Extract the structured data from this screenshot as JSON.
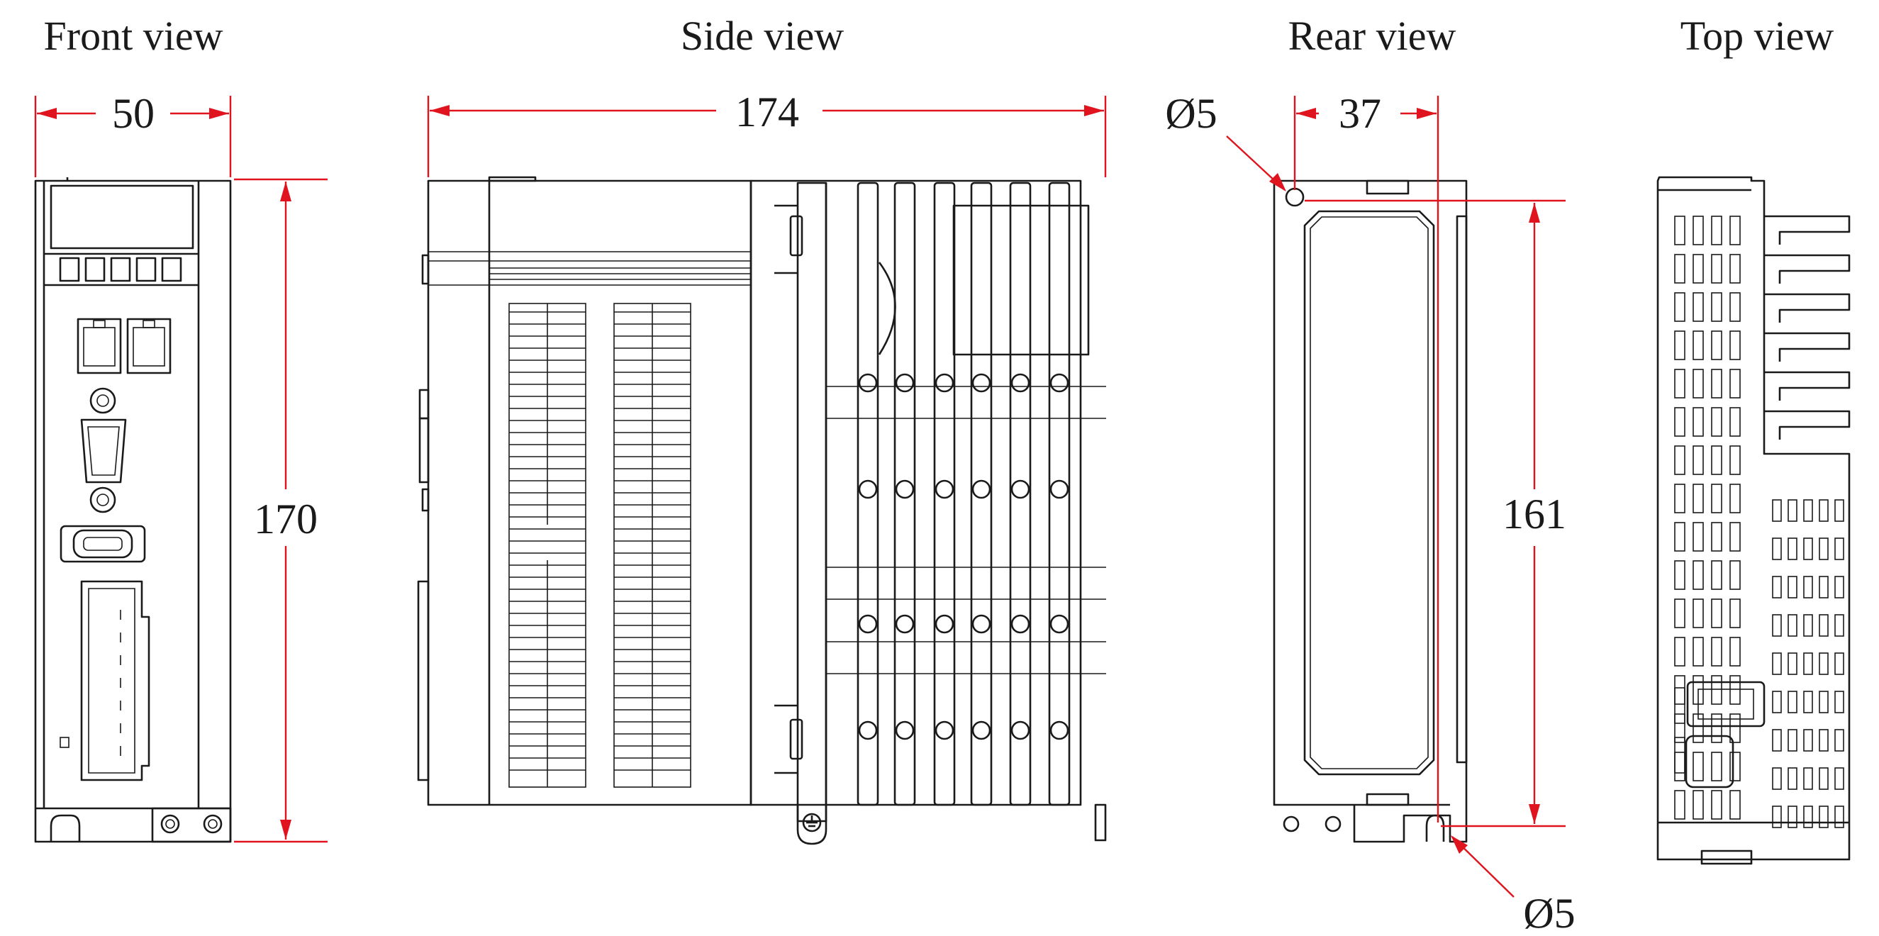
{
  "views": {
    "front": "Front view",
    "side": "Side view",
    "rear": "Rear view",
    "top": "Top view"
  },
  "dimensions": {
    "front_width": "50",
    "front_height": "170",
    "side_depth": "174",
    "rear_hole_spacing": "37",
    "rear_hole_height": "161",
    "hole_dia_top": "Ø5",
    "hole_dia_bottom": "Ø5"
  },
  "colors": {
    "dimension": "#e0141e",
    "outline": "#1a1a1a"
  },
  "icons": [
    "ground-symbol-icon",
    "mounting-hole-icon",
    "rj45-port-icon",
    "db15-connector-icon"
  ]
}
